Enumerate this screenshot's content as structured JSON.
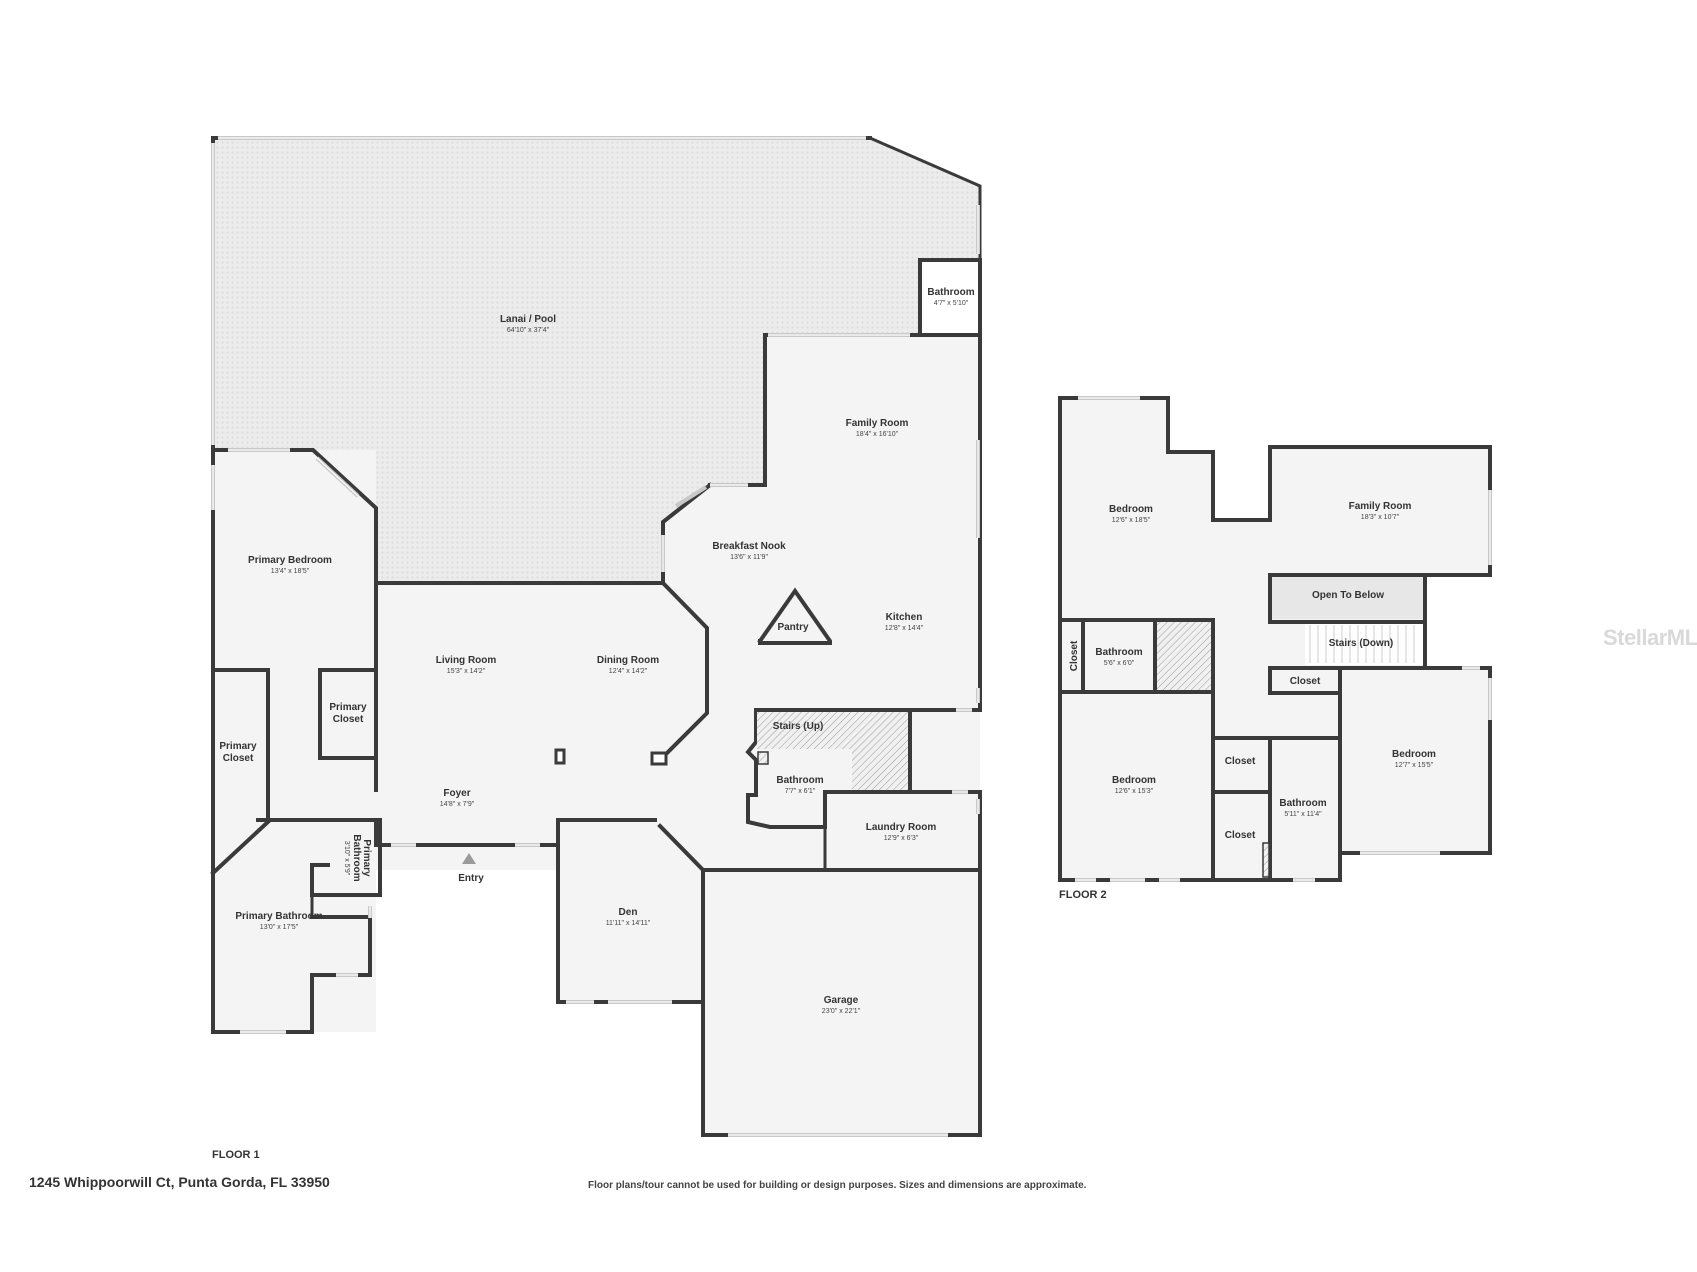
{
  "floor1": {
    "label": "FLOOR 1",
    "rooms": {
      "lanai": {
        "name": "Lanai / Pool",
        "dims": "64'10\" x 37'4\""
      },
      "bath_lanai": {
        "name": "Bathroom",
        "dims": "4'7\" x 5'10\""
      },
      "family": {
        "name": "Family Room",
        "dims": "18'4\" x 16'10\""
      },
      "breakfast": {
        "name": "Breakfast Nook",
        "dims": "13'6\" x 11'9\""
      },
      "kitchen": {
        "name": "Kitchen",
        "dims": "12'8\" x 14'4\""
      },
      "pantry": {
        "name": "Pantry"
      },
      "primary_bed": {
        "name": "Primary Bedroom",
        "dims": "13'4\" x 18'5\""
      },
      "living": {
        "name": "Living Room",
        "dims": "15'3\" x 14'2\""
      },
      "dining": {
        "name": "Dining Room",
        "dims": "12'4\" x 14'2\""
      },
      "primary_closet_1": {
        "name_1": "Primary",
        "name_2": "Closet"
      },
      "primary_closet_2": {
        "name_1": "Primary",
        "name_2": "Closet"
      },
      "stairs_up": {
        "name": "Stairs (Up)"
      },
      "bath_center": {
        "name": "Bathroom",
        "dims": "7'7\" x 6'1\""
      },
      "foyer": {
        "name": "Foyer",
        "dims": "14'8\" x 7'9\""
      },
      "laundry": {
        "name": "Laundry Room",
        "dims": "12'9\" x 6'3\""
      },
      "primary_bathroom_small": {
        "name_1": "Primary",
        "name_2": "Bathroom",
        "dims": "3'10\" x 5'9\""
      },
      "entry": {
        "name": "Entry"
      },
      "primary_bathroom": {
        "name": "Primary Bathroom",
        "dims": "13'0\" x 17'5\""
      },
      "den": {
        "name": "Den",
        "dims": "11'11\" x 14'11\""
      },
      "garage": {
        "name": "Garage",
        "dims": "23'0\" x 22'1\""
      }
    }
  },
  "floor2": {
    "label": "FLOOR 2",
    "rooms": {
      "bedroom_nw": {
        "name": "Bedroom",
        "dims": "12'6\" x 18'5\""
      },
      "family": {
        "name": "Family Room",
        "dims": "18'3\" x 10'7\""
      },
      "open_below": {
        "name": "Open To Below"
      },
      "closet_w": {
        "name": "Closet"
      },
      "bathroom_w": {
        "name": "Bathroom",
        "dims": "5'6\" x 6'0\""
      },
      "stairs_down": {
        "name": "Stairs (Down)"
      },
      "closet_e": {
        "name": "Closet"
      },
      "bedroom_sw": {
        "name": "Bedroom",
        "dims": "12'6\" x 15'3\""
      },
      "closet_mid_1": {
        "name": "Closet"
      },
      "closet_mid_2": {
        "name": "Closet"
      },
      "bathroom_s": {
        "name": "Bathroom",
        "dims": "5'11\" x 11'4\""
      },
      "bedroom_e": {
        "name": "Bedroom",
        "dims": "12'7\" x 15'5\""
      }
    }
  },
  "address": "1245 Whippoorwill Ct, Punta Gorda, FL 33950",
  "disclaimer": "Floor plans/tour cannot be used for building or design purposes. Sizes and dimensions are approximate.",
  "watermark": "StellarMLS",
  "colors": {
    "wall": "#3a3a3a",
    "floor": "#f4f4f4",
    "lanai": "#ececec",
    "window": "#c8c8c8"
  }
}
